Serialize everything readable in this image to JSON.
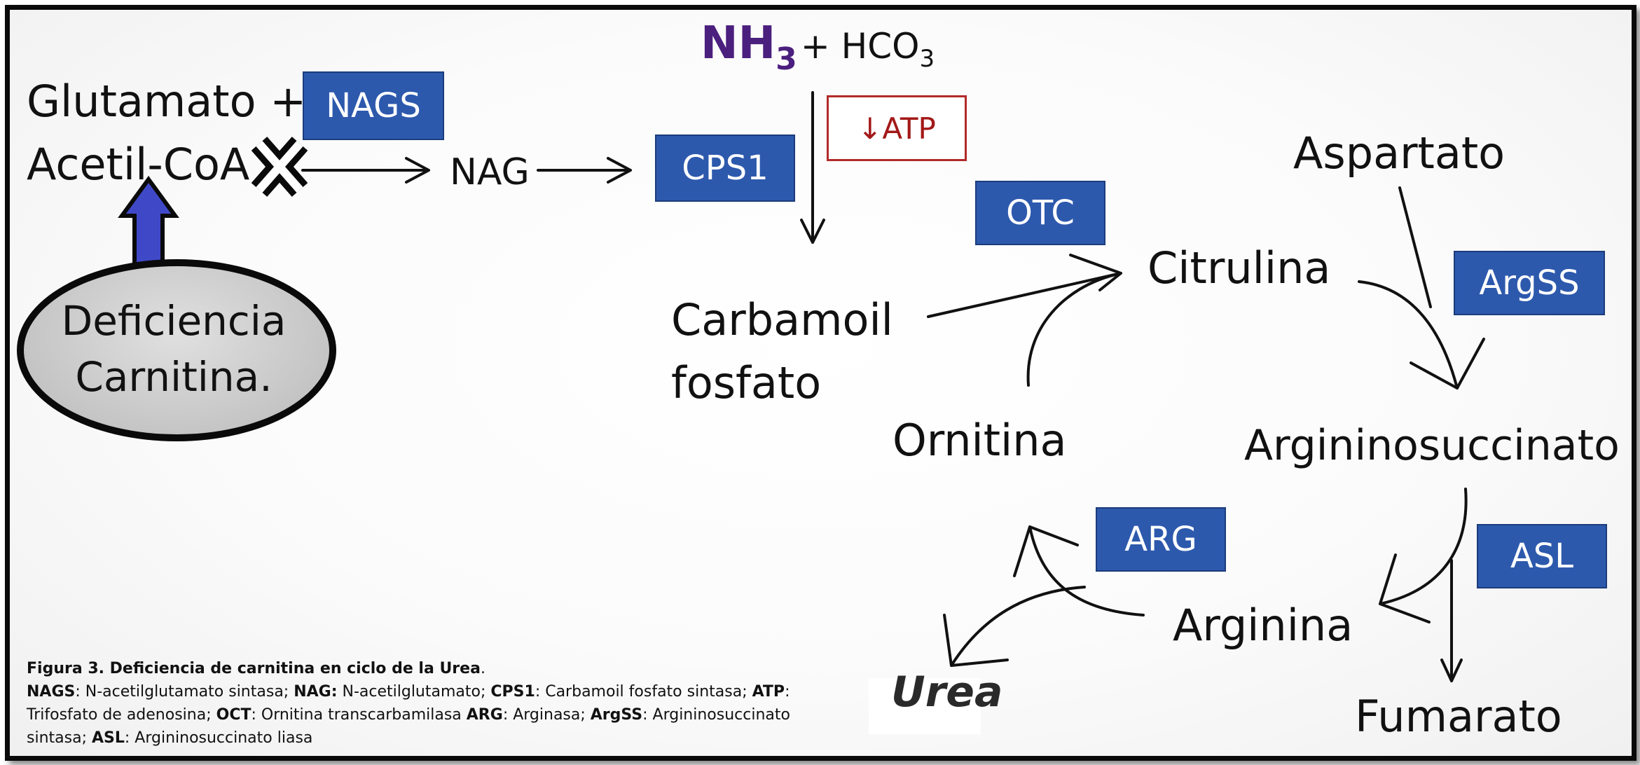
{
  "metabolites": {
    "glutamato": "Glutamato +",
    "acetil_coa": "Acetil-CoA",
    "nag": "NAG",
    "nh3_base": "NH",
    "nh3_sub": "3",
    "plus_hco3_base": "+ HCO",
    "hco3_sub": "3",
    "carbamoil_1": "Carbamoil",
    "carbamoil_2": "fosfato",
    "citrulina": "Citrulina",
    "aspartato": "Aspartato",
    "ornitina": "Ornitina",
    "argininosuccinato": "Argininosuccinato",
    "arginina": "Arginina",
    "fumarato": "Fumarato",
    "urea": "Urea"
  },
  "enzymes": {
    "nags": "NAGS",
    "cps1": "CPS1",
    "otc": "OTC",
    "argss": "ArgSS",
    "asl": "ASL",
    "arg": "ARG"
  },
  "atp_label": "↓ATP",
  "deficiency": {
    "line1": "Deficiencia",
    "line2": "Carnitina."
  },
  "caption": {
    "title": "Figura 3. Deficiencia de carnitina en ciclo de la Urea",
    "title_end": ".",
    "t_nags": "NAGS",
    "d_nags": ": N-acetilglutamato sintasa; ",
    "t_nag": "NAG:",
    "d_nag": " N-acetilglutamato; ",
    "t_cps1": "CPS1",
    "d_cps1": ": Carbamoil fosfato sintasa; ",
    "t_atp": "ATP",
    "d_atp": ": Trifosfato de adenosina; ",
    "t_oct": "OCT",
    "d_oct": ": Ornitina transcarbamilasa ",
    "t_arg": "ARG",
    "d_arg": ": Arginasa; ",
    "t_argss": "ArgSS",
    "d_argss": ": Argininosuccinato sintasa; ",
    "t_asl": "ASL",
    "d_asl": ": Argininosuccinato liasa"
  },
  "colors": {
    "enzyme_fill": "#2d59ad",
    "nh3": "#4b1f7e",
    "atp": "#a31818",
    "up_arrow": "#3f49c8"
  }
}
